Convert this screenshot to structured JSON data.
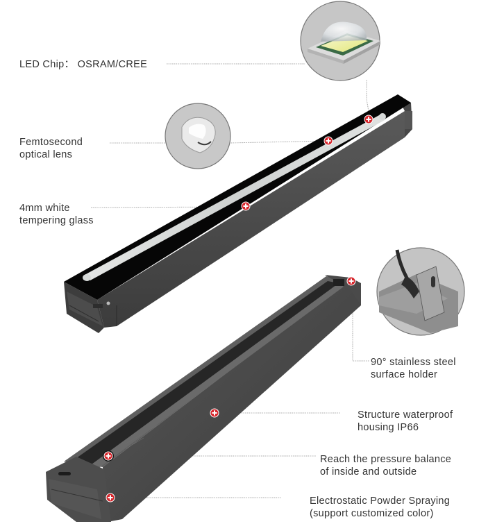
{
  "infographic": {
    "subject": "Linear LED fixture feature callouts",
    "accent_marker_color": "#d7262c",
    "housing_color": "#4a4a4a",
    "cover_color": "#050505",
    "glass_color": "#d9dcdb",
    "callout_circle_fill": "#c8c8c8",
    "leader_line_color": "#a8a8a8",
    "callouts": [
      {
        "id": "led-chip",
        "lines": [
          "LED Chip： OSRAM/CREE"
        ],
        "detail_image": "led-chip-closeup"
      },
      {
        "id": "optical-lens",
        "lines": [
          "Femtosecond",
          "optical lens"
        ],
        "detail_image": "lens-closeup"
      },
      {
        "id": "glass",
        "lines": [
          "4mm white",
          "tempering glass"
        ]
      },
      {
        "id": "holder",
        "lines": [
          "90° stainless steel",
          "surface holder"
        ],
        "detail_image": "bracket-closeup"
      },
      {
        "id": "housing",
        "lines": [
          "Structure waterproof",
          "housing IP66"
        ]
      },
      {
        "id": "pressure-valve",
        "lines": [
          "Reach the pressure balance",
          "of inside and outside"
        ]
      },
      {
        "id": "powder-coating",
        "lines": [
          "Electrostatic Powder Spraying",
          "(support customized color)"
        ]
      }
    ],
    "markers_icon": "plus-circle-icon"
  }
}
